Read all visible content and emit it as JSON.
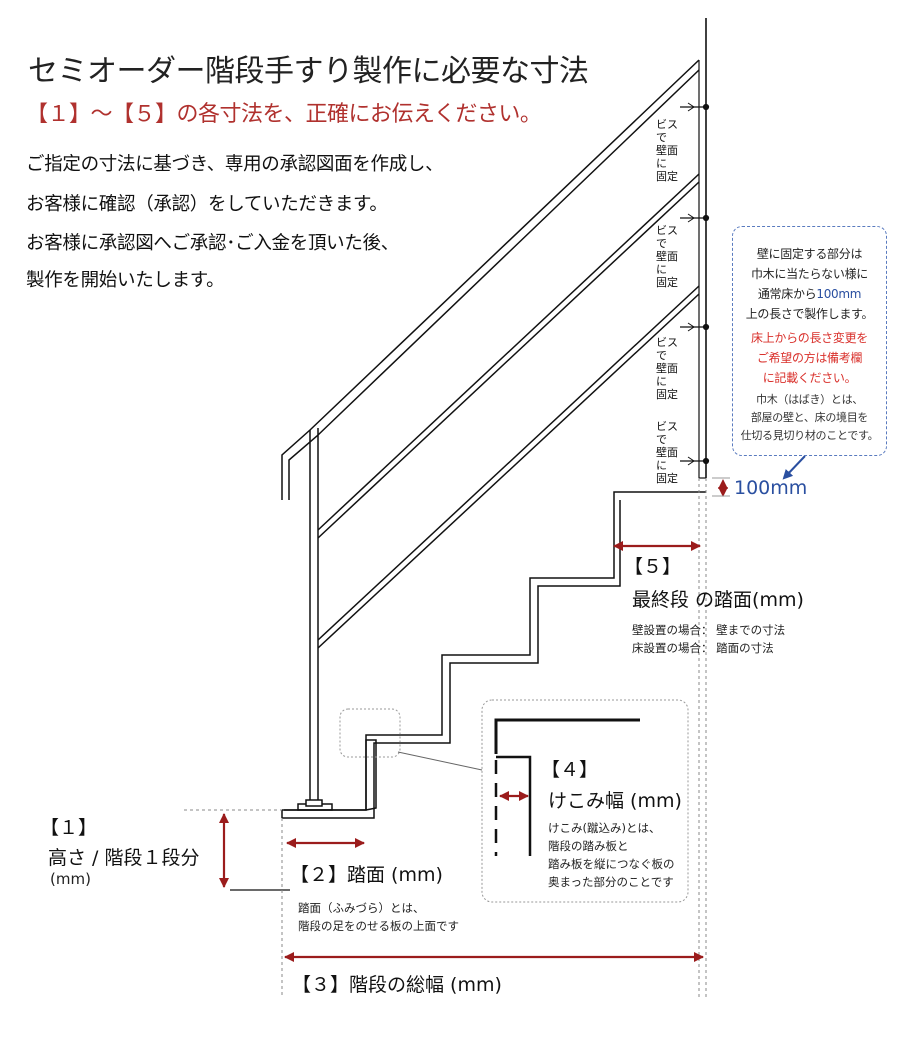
{
  "header": {
    "title": "セミオーダー階段手すり製作に必要な寸法",
    "subtitle": "【１】～【５】の各寸法を、正確にお伝えください。",
    "intro_lines": [
      "ご指定の寸法に基づき、専用の承認図面を作成し、",
      "お客様に確認（承認）をしていただきます。",
      "お客様に承認図へご承認･ご入金を頂いた後、",
      "製作を開始いたします。"
    ]
  },
  "screw_label": {
    "line1": "ビスで",
    "line2": "壁面に",
    "line3": "固定"
  },
  "wall_note": {
    "lines": [
      {
        "text": "壁に固定する部分は",
        "color": "#111111"
      },
      {
        "text": "巾木に当たらない様に",
        "color": "#111111"
      },
      {
        "text": "上の長さで製作します。",
        "color": "#111111"
      },
      {
        "text": "床上からの長さ変更を",
        "color": "#d9302b"
      },
      {
        "text": "ご希望の方は備考欄",
        "color": "#d9302b"
      },
      {
        "text": "に記載ください。",
        "color": "#d9302b"
      },
      {
        "text": "巾木（はばき）とは、",
        "color": "#333333"
      },
      {
        "text": "部屋の壁と、床の境目を",
        "color": "#333333"
      },
      {
        "text": "仕切る見切り材のことです。",
        "color": "#333333"
      }
    ],
    "line3_prefix": "通常床から",
    "line3_value": "100mm",
    "accent_color": "#2a4fa0"
  },
  "offset_label": "100mm",
  "dim5": {
    "label": "【５】",
    "name": "最終段 の踏面(mm)",
    "note1": "壁設置の場合：  壁までの寸法",
    "note2": "床設置の場合：  踏面の寸法"
  },
  "dim4": {
    "label": "【４】",
    "name": "けこみ幅 (mm)",
    "note1": "けこみ(蹴込み)とは、",
    "note2": "階段の踏み板と",
    "note3": "踏み板を縦につなぐ板の",
    "note4": "奥まった部分のことです"
  },
  "dim1": {
    "label": "【１】",
    "name": "高さ / 階段１段分",
    "unit": "(mm)"
  },
  "dim2": {
    "label": "【２】踏面 (mm)",
    "note1": "踏面（ふみづら）とは、",
    "note2": "階段の足をのせる板の上面です"
  },
  "dim3": {
    "label": "【３】階段の総幅  (mm)"
  },
  "colors": {
    "arrow": "#9b1c1c",
    "line": "#111111",
    "dashed": "#888888",
    "blue": "#2a4fa0"
  }
}
